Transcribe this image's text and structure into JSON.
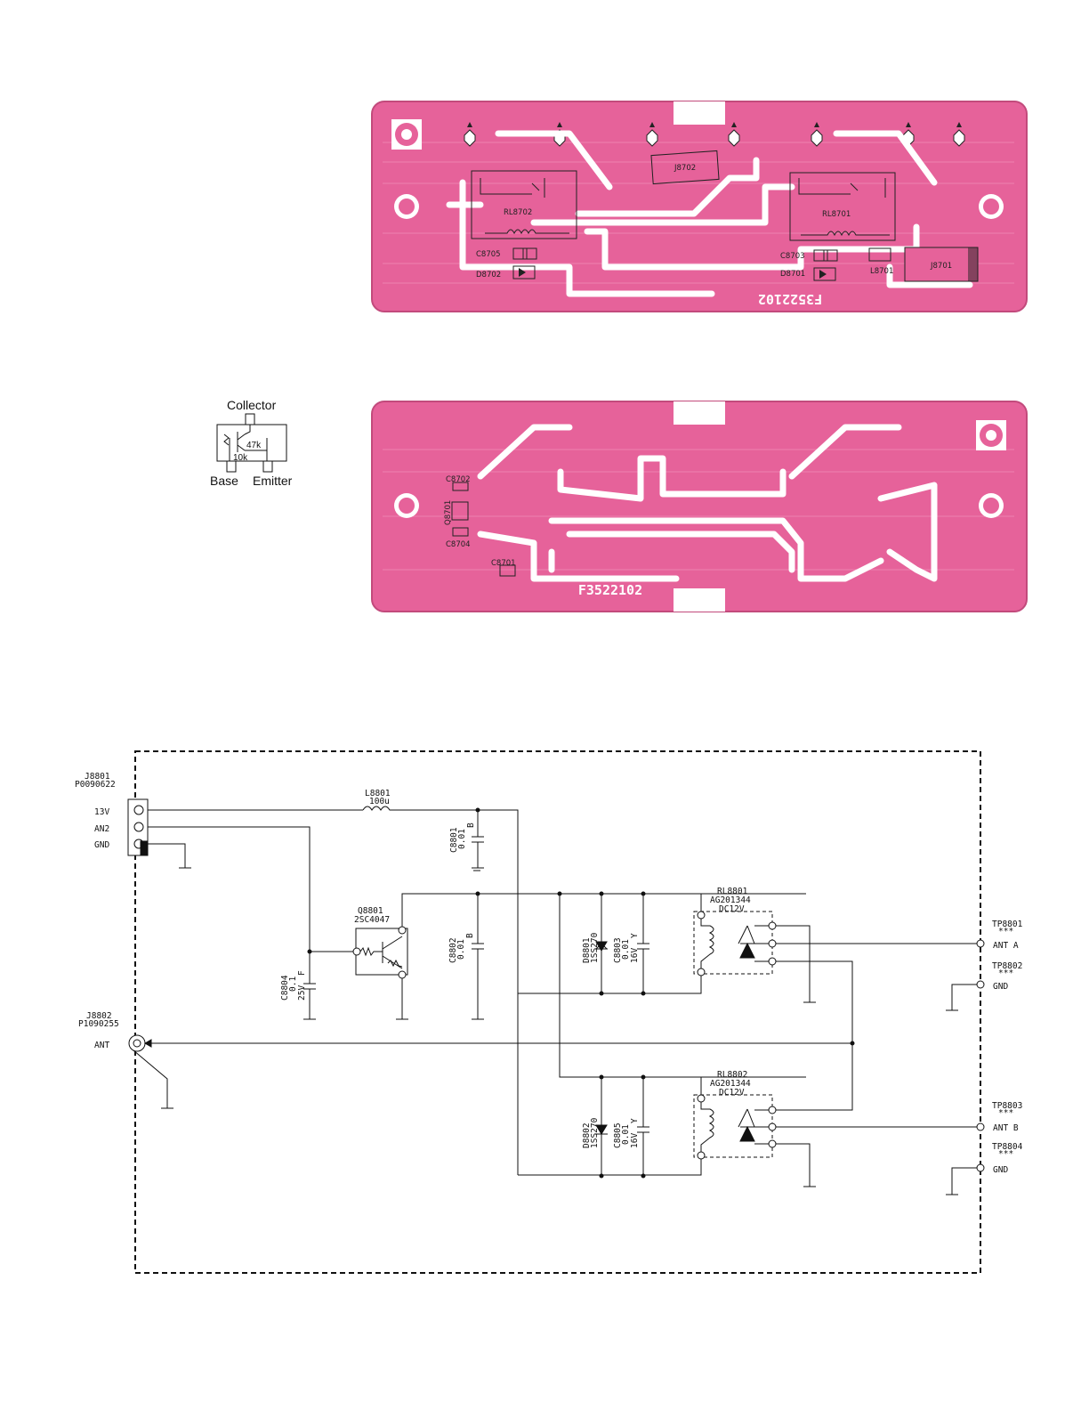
{
  "pcb_top": {
    "part_number": "F3522102",
    "labels": {
      "j8702": "J8702",
      "rl8702": "RL8702",
      "rl8701": "RL8701",
      "c8705": "C8705",
      "d8702": "D8702",
      "c8703": "C8703",
      "d8701": "D8701",
      "l8701": "L8701",
      "j8701": "J8701"
    }
  },
  "transistor_pinout": {
    "collector": "Collector",
    "base": "Base",
    "emitter": "Emitter",
    "r1": "47k",
    "r2": "10k"
  },
  "pcb_bottom": {
    "part_number": "F3522102",
    "labels": {
      "c8702": "C8702",
      "q8701": "Q8701",
      "c8704": "C8704",
      "c8701": "C8701"
    }
  },
  "schematic": {
    "j8801": {
      "ref": "J8801",
      "part": "P0090622",
      "pins": [
        "13V",
        "AN2",
        "GND"
      ]
    },
    "l8801": {
      "ref": "L8801",
      "value": "100u"
    },
    "c8801": {
      "ref": "C8801",
      "value": "0.01",
      "type": "B"
    },
    "q8801": {
      "ref": "Q8801",
      "part": "2SC4047"
    },
    "c8802": {
      "ref": "C8802",
      "value": "0.01",
      "type": "B"
    },
    "c8804": {
      "ref": "C8804",
      "value": "0.1",
      "voltage": "25V",
      "type": "F"
    },
    "d8801": {
      "ref": "D8801",
      "part": "1SS270"
    },
    "c8803": {
      "ref": "C8803",
      "value": "0.01",
      "voltage": "16V",
      "type": "Y"
    },
    "d8802": {
      "ref": "D8802",
      "part": "1SS270"
    },
    "c8805": {
      "ref": "C8805",
      "value": "0.01",
      "voltage": "16V",
      "type": "Y"
    },
    "rl8801": {
      "ref": "RL8801",
      "part": "AG201344",
      "rating": "DC12V"
    },
    "rl8802": {
      "ref": "RL8802",
      "part": "AG201344",
      "rating": "DC12V"
    },
    "j8802": {
      "ref": "J8802",
      "part": "P1090255",
      "pin": "ANT"
    },
    "tp8801": {
      "ref": "TP8801",
      "mark": "***",
      "label": "ANT A"
    },
    "tp8802": {
      "ref": "TP8802",
      "mark": "***",
      "label": "GND"
    },
    "tp8803": {
      "ref": "TP8803",
      "mark": "***",
      "label": "ANT B"
    },
    "tp8804": {
      "ref": "TP8804",
      "mark": "***",
      "label": "GND"
    }
  },
  "colors": {
    "pcb": "#e6629a",
    "pcb_edge": "#c24a7c",
    "trace_gap": "#ffffff",
    "ink": "#111111"
  }
}
